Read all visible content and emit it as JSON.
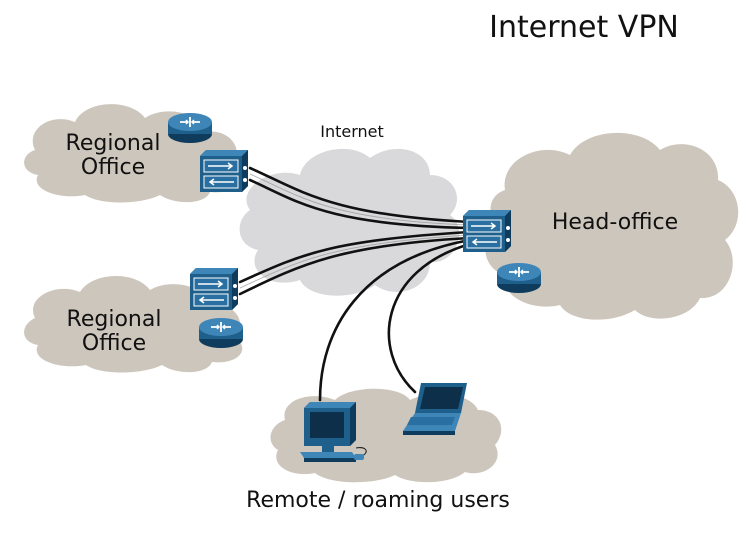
{
  "diagram": {
    "title": "Internet VPN",
    "labels": {
      "internet": "Internet",
      "regional_office_top": [
        "Regional",
        "Office"
      ],
      "regional_office_bottom": [
        "Regional",
        "Office"
      ],
      "head_office": "Head-office",
      "remote_users": "Remote / roaming users"
    },
    "colors": {
      "office_cloud": "#cfc8bd",
      "internet_cloud": "#d7d7d9",
      "device_blue": "#1e5f8c",
      "device_dark": "#0f3b5c",
      "device_light": "#3f86b8",
      "tunnel_line": "#111111"
    },
    "icons": [
      "router-icon",
      "vpn-firewall-icon",
      "desktop-computer-icon",
      "laptop-icon",
      "cloud-icon"
    ]
  }
}
